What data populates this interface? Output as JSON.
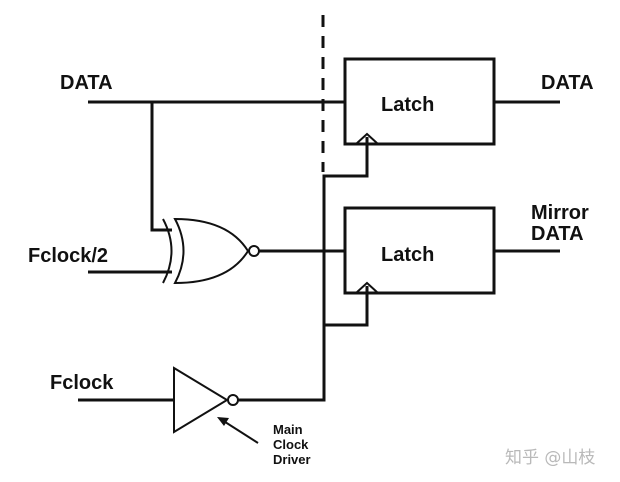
{
  "diagram": {
    "title": "Clock-driven data / mirror data latch circuit",
    "inputs": {
      "data": "DATA",
      "fclock_half": "Fclock/2",
      "fclock": "Fclock"
    },
    "outputs": {
      "data": "DATA",
      "mirror_line1": "Mirror",
      "mirror_line2": "DATA"
    },
    "blocks": {
      "latch_top": "Latch",
      "latch_bottom": "Latch"
    },
    "annotation": {
      "line1": "Main",
      "line2": "Clock",
      "line3": "Driver"
    },
    "watermark": "知乎 @山枝"
  }
}
